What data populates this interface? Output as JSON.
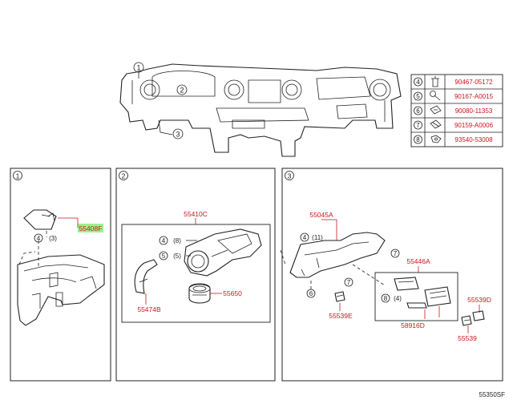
{
  "overview": {
    "callouts": [
      "1",
      "2",
      "3"
    ]
  },
  "legend": [
    {
      "num": "4",
      "code": "90467-05172"
    },
    {
      "num": "5",
      "code": "90167-A0015"
    },
    {
      "num": "6",
      "code": "90080-11353"
    },
    {
      "num": "7",
      "code": "90159-A0006"
    },
    {
      "num": "8",
      "code": "93540-53008"
    }
  ],
  "panels": [
    {
      "num": "1",
      "parts": [
        {
          "code": "55408F"
        }
      ],
      "callouts": [
        {
          "num": "4",
          "qty": "(3)"
        }
      ]
    },
    {
      "num": "2",
      "parts": [
        {
          "code": "55410C"
        },
        {
          "code": "55474B"
        },
        {
          "code": "55650"
        }
      ],
      "callouts": [
        {
          "num": "4",
          "qty": "(8)"
        },
        {
          "num": "5",
          "qty": "(5)"
        }
      ]
    },
    {
      "num": "3",
      "parts": [
        {
          "code": "55045A"
        },
        {
          "code": "55446A"
        },
        {
          "code": "55539D"
        },
        {
          "code": "55539E"
        },
        {
          "code": "58916D"
        },
        {
          "code": "55539"
        }
      ],
      "callouts": [
        {
          "num": "4",
          "qty": "(11)"
        },
        {
          "num": "8",
          "qty": "(4)"
        },
        {
          "num": "6",
          "qty": ""
        },
        {
          "num": "7",
          "qty": ""
        },
        {
          "num": "7",
          "qty": ""
        }
      ]
    }
  ],
  "diagram_id": "55350SF"
}
